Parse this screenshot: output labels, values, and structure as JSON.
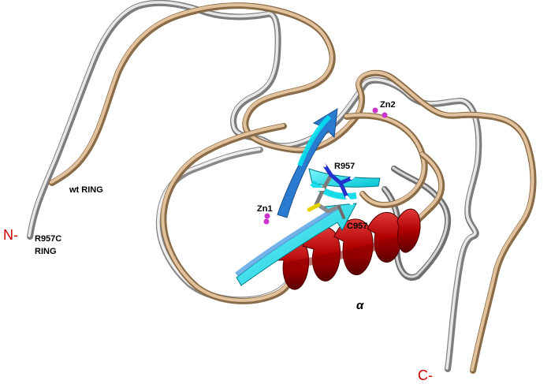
{
  "labels": {
    "wt_ring": "wt RING",
    "mut_ring_line1": "R957C",
    "mut_ring_line2": "RING",
    "n_term": "N-",
    "c_term": "C-",
    "zn1": "Zn1",
    "zn2": "Zn2",
    "r957": "R957",
    "c957": "C957",
    "alpha": "α"
  },
  "colors": {
    "wt_backbone": "#d9b48c",
    "mutant_backbone_light": "#e3e3e3",
    "mutant_backbone_dark": "#6e6e6e",
    "helix": "#b30000",
    "strand_cyan": "#00e5f0",
    "strand_blue": "#4f86c6",
    "zinc": "#cc33cc",
    "terminus_label": "#cc0000",
    "text": "#000000"
  }
}
